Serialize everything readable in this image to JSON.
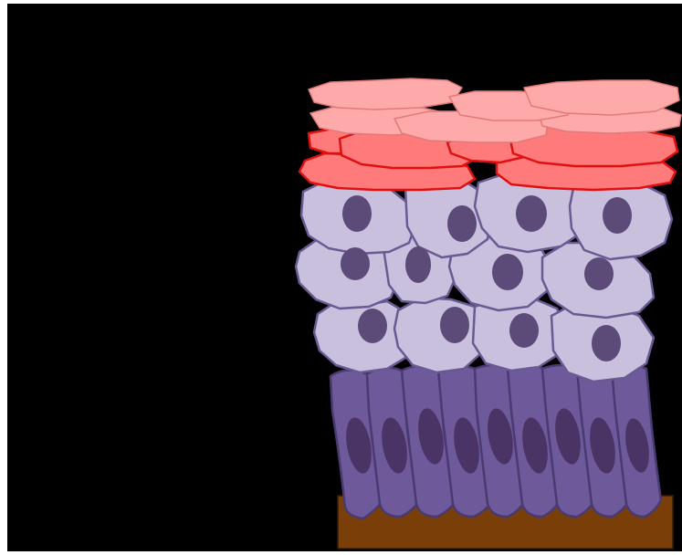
{
  "figure": {
    "subject": "",
    "colors": {
      "background": "#000000",
      "basement_membrane": "#7a3f08",
      "basal_cell": "#6e5a9a",
      "basal_nucleus": "#4a3466",
      "spinous_cell": "#c8c0dc",
      "spinous_nucleus": "#5c4a78",
      "granular_cell": "#ff7a7a",
      "corneum_cell": "#ffaaaa",
      "granular_outline": "#e01010"
    },
    "layers": [
      {
        "id": "stratum-corneum",
        "cell_color": "#ffaaaa",
        "nucleated": false
      },
      {
        "id": "stratum-granulosum",
        "cell_color": "#ff7a7a",
        "nucleated": false
      },
      {
        "id": "stratum-spinosum",
        "cell_color": "#c8c0dc",
        "nucleated": true
      },
      {
        "id": "stratum-basale",
        "cell_color": "#6e5a9a",
        "nucleated": true
      },
      {
        "id": "basement-membrane",
        "cell_color": "#7a3f08",
        "nucleated": false
      }
    ]
  }
}
